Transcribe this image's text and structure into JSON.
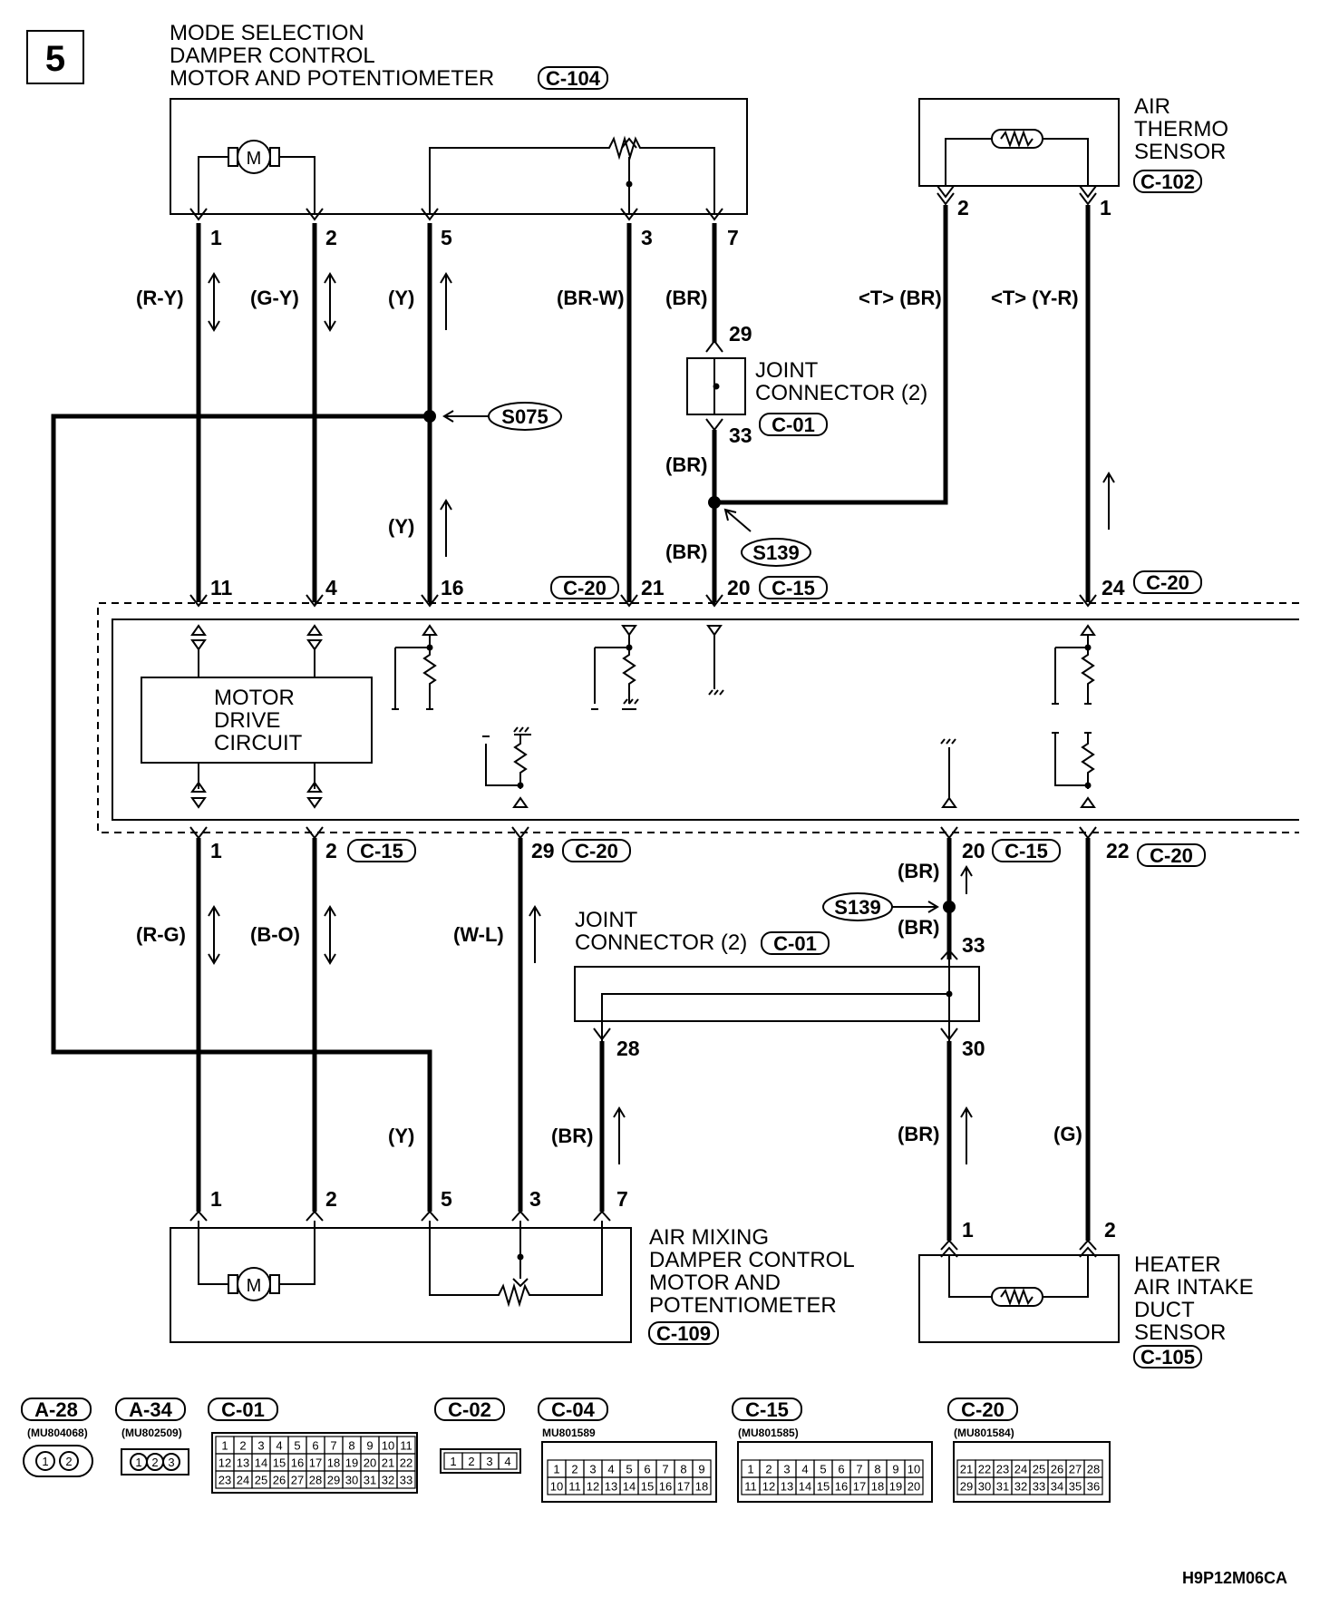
{
  "page_number": "5",
  "figure_code": "H9P12M06CA",
  "components": {
    "mode_damper": {
      "line1": "MODE SELECTION",
      "line2": "DAMPER CONTROL",
      "line3": "MOTOR AND POTENTIOMETER",
      "connector": "C-104"
    },
    "air_thermo": {
      "line1": "AIR",
      "line2": "THERMO",
      "line3": "SENSOR",
      "connector": "C-102"
    },
    "joint_top": {
      "line1": "JOINT",
      "line2": "CONNECTOR (2)",
      "connector": "C-01"
    },
    "joint_bottom": {
      "line1": "JOINT",
      "line2": "CONNECTOR (2)",
      "connector": "C-01"
    },
    "motor_drive": {
      "line1": "MOTOR",
      "line2": "DRIVE",
      "line3": "CIRCUIT"
    },
    "air_mix": {
      "line1": "AIR MIXING",
      "line2": "DAMPER CONTROL",
      "line3": "MOTOR AND",
      "line4": "POTENTIOMETER",
      "connector": "C-109"
    },
    "heater_duct": {
      "line1": "HEATER",
      "line2": "AIR INTAKE",
      "line3": "DUCT",
      "line4": "SENSOR",
      "connector": "C-105"
    }
  },
  "splices": {
    "s075": "S075",
    "s139_top": "S139",
    "s139_bottom": "S139"
  },
  "pins": {
    "m1": "1",
    "m2": "2",
    "m5": "5",
    "m3": "3",
    "m7": "7",
    "t2": "2",
    "t1": "1",
    "j29": "29",
    "j33": "33",
    "u11": "11",
    "u4": "4",
    "u16": "16",
    "u21": "21",
    "u20": "20",
    "u24": "24",
    "l1": "1",
    "l2": "2",
    "l29": "29",
    "l20": "20",
    "l22": "22",
    "jb33": "33",
    "jb28": "28",
    "jb30": "30",
    "a1": "1",
    "a2": "2",
    "a5": "5",
    "a3": "3",
    "a7": "7",
    "h1": "1",
    "h2": "2"
  },
  "wires": {
    "ry": "(R-Y)",
    "gy": "(G-Y)",
    "y1": "(Y)",
    "brw": "(BR-W)",
    "br1": "(BR)",
    "tbr": "<T> (BR)",
    "tyr": "<T> (Y-R)",
    "br2": "(BR)",
    "y2": "(Y)",
    "br3": "(BR)",
    "rg": "(R-G)",
    "bo": "(B-O)",
    "wl": "(W-L)",
    "br4": "(BR)",
    "br5": "(BR)",
    "y3": "(Y)",
    "br6": "(BR)",
    "br7": "(BR)",
    "g": "(G)"
  },
  "ecu_connectors": {
    "u21": "C-20",
    "u20": "C-15",
    "u24": "C-20",
    "l2": "C-15",
    "l29": "C-20",
    "l20": "C-15",
    "l22": "C-20"
  },
  "legend": [
    {
      "name": "A-28",
      "part": "(MU804068)"
    },
    {
      "name": "A-34",
      "part": "(MU802509)"
    },
    {
      "name": "C-01",
      "part": ""
    },
    {
      "name": "C-02",
      "part": ""
    },
    {
      "name": "C-04",
      "part": "MU801589"
    },
    {
      "name": "C-15",
      "part": "(MU801585)"
    },
    {
      "name": "C-20",
      "part": "(MU801584)"
    }
  ],
  "legend_cells": {
    "a28": [
      "1",
      "2"
    ],
    "a34": [
      "1",
      "2",
      "3"
    ],
    "c01": [
      [
        "1",
        "2",
        "3",
        "4",
        "5",
        "6",
        "7",
        "8",
        "9",
        "10",
        "11"
      ],
      [
        "12",
        "13",
        "14",
        "15",
        "16",
        "17",
        "18",
        "19",
        "20",
        "21",
        "22"
      ],
      [
        "23",
        "24",
        "25",
        "26",
        "27",
        "28",
        "29",
        "30",
        "31",
        "32",
        "33"
      ]
    ],
    "c02": [
      "1",
      "2",
      "3",
      "4"
    ],
    "c04": [
      [
        "1",
        "2",
        "3",
        "4",
        "5",
        "6",
        "7",
        "8",
        "9"
      ],
      [
        "10",
        "11",
        "12",
        "13",
        "14",
        "15",
        "16",
        "17",
        "18"
      ]
    ],
    "c15": [
      [
        "1",
        "2",
        "3",
        "4",
        "5",
        "6",
        "7",
        "8",
        "9",
        "10"
      ],
      [
        "11",
        "12",
        "13",
        "14",
        "15",
        "16",
        "17",
        "18",
        "19",
        "20"
      ]
    ],
    "c20": [
      [
        "21",
        "22",
        "23",
        "24",
        "25",
        "26",
        "27",
        "28"
      ],
      [
        "29",
        "30",
        "31",
        "32",
        "33",
        "34",
        "35",
        "36"
      ]
    ]
  }
}
